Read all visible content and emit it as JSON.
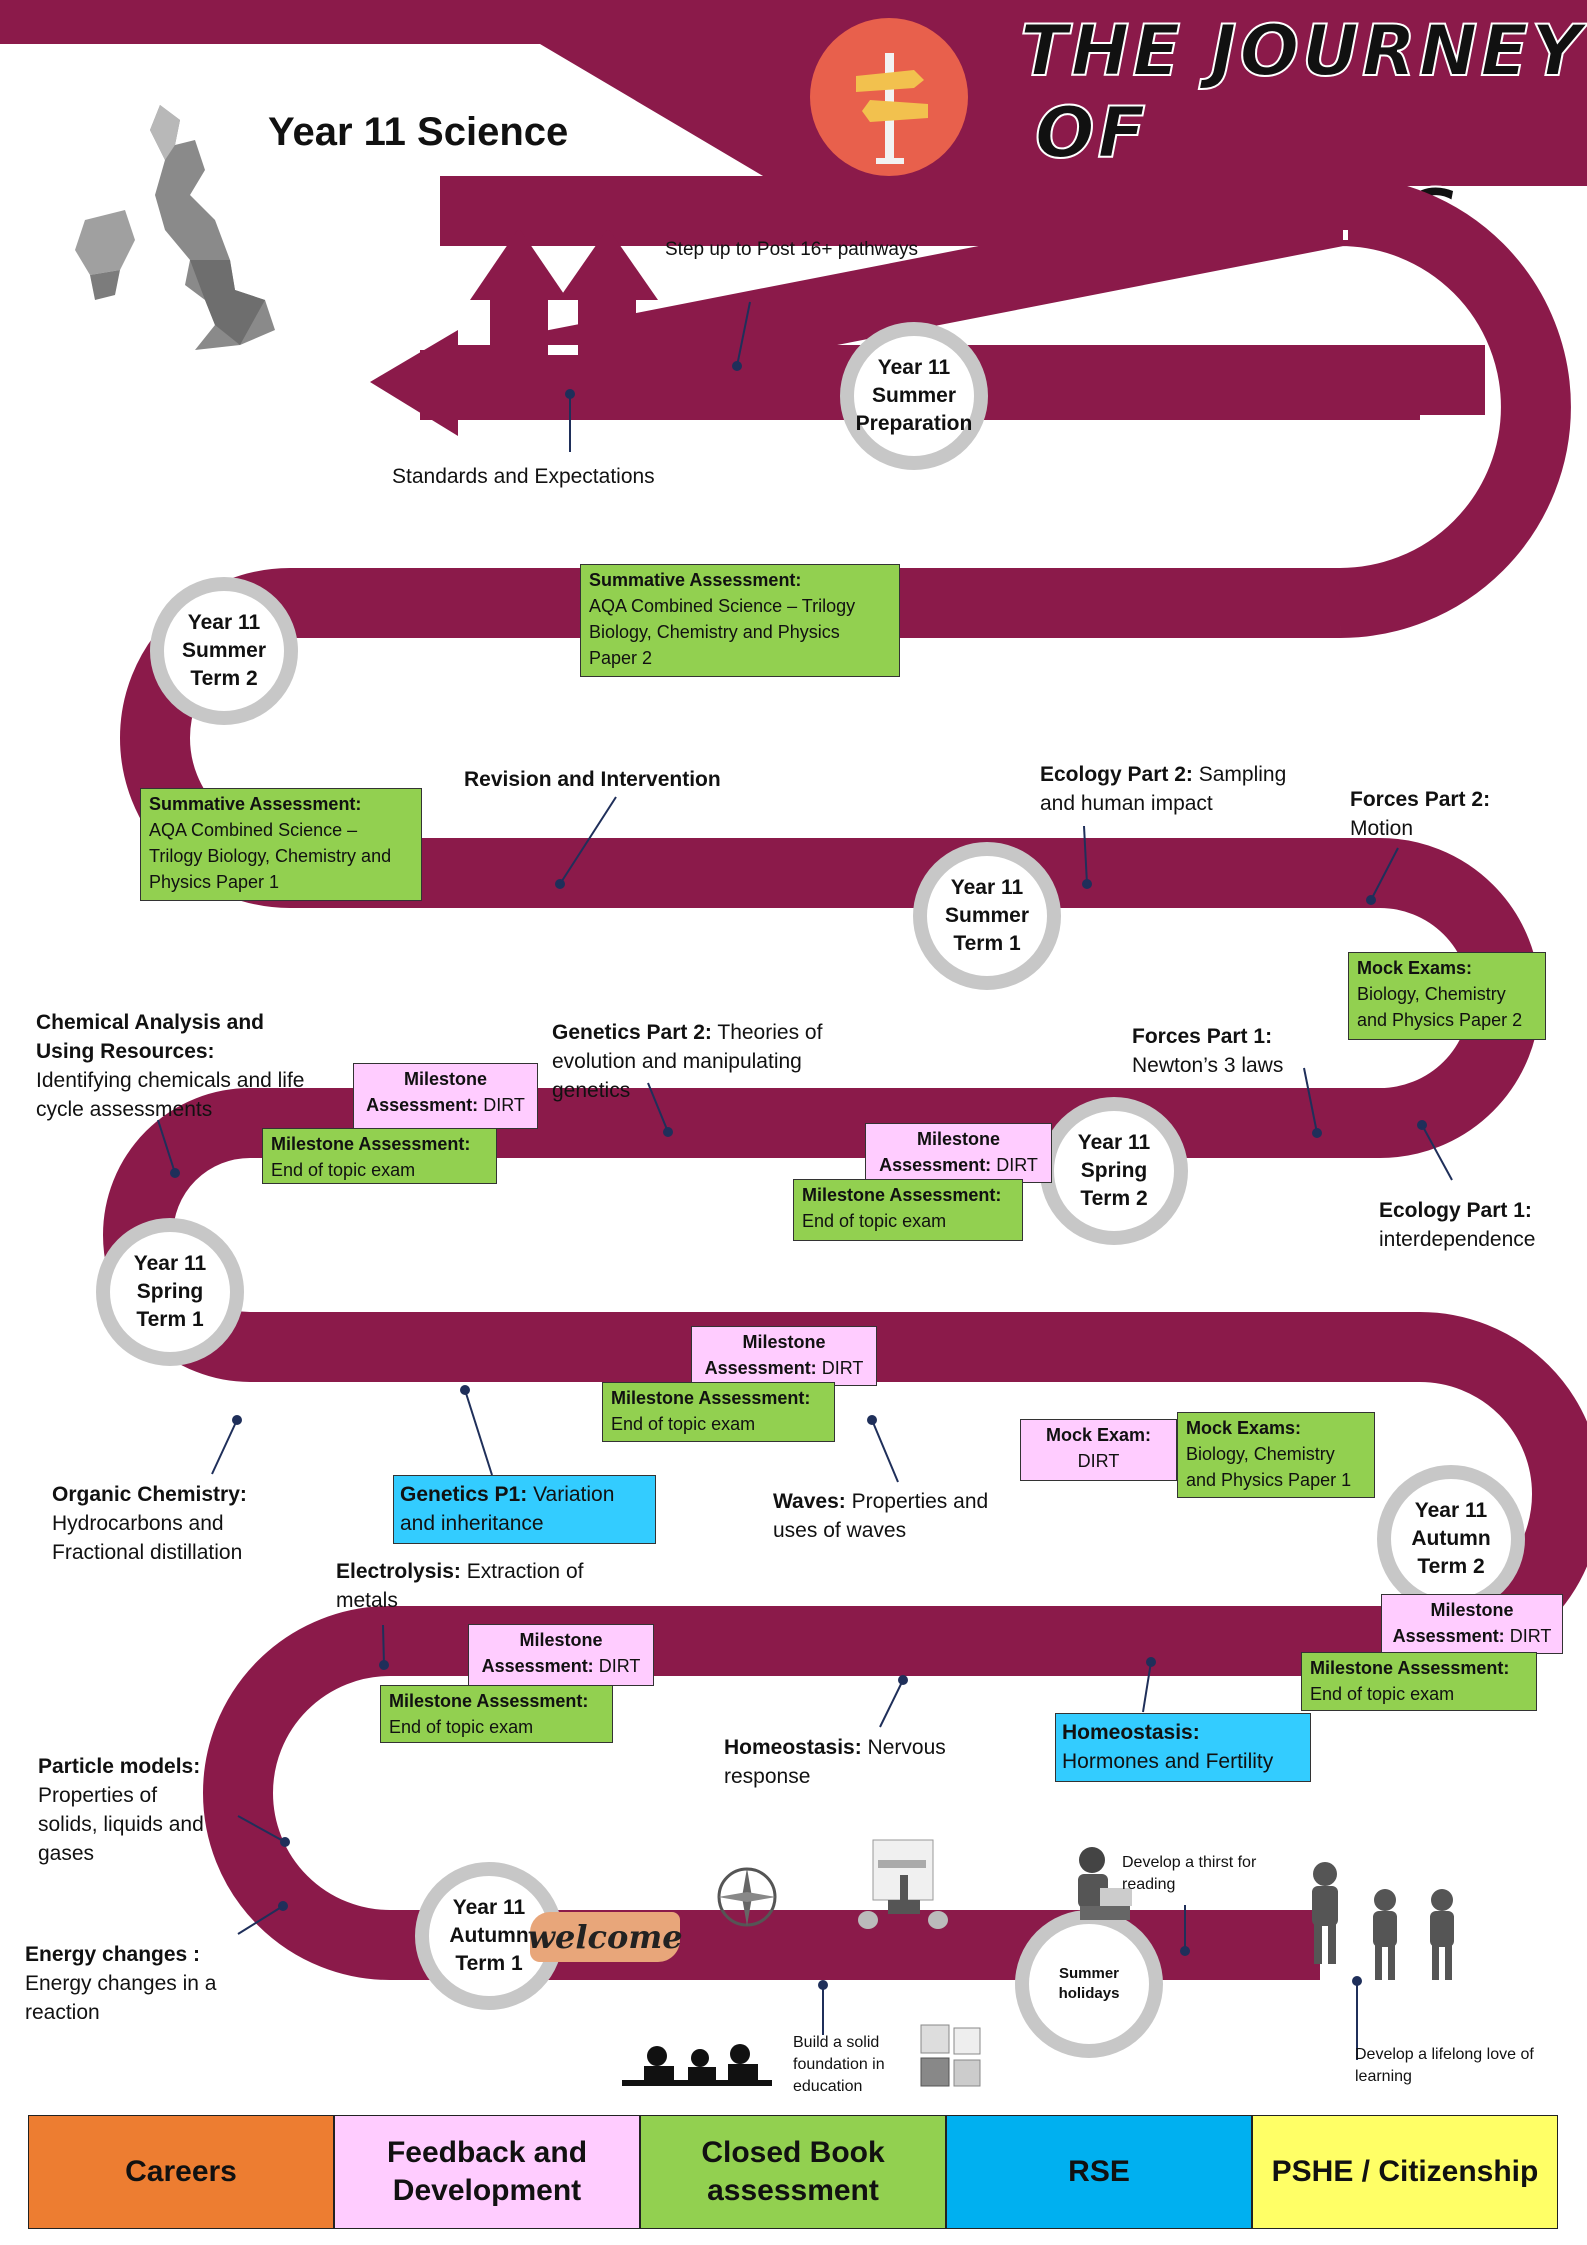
{
  "header": {
    "title_line1": "THE JOURNEY",
    "title_line2": "OF LEARNING",
    "subject": "Year 11 Science",
    "colors": {
      "maroon": "#8b1a4a",
      "signpost_circle": "#e8604c"
    },
    "icons": [
      "signpost-icon",
      "uk-map-icon"
    ]
  },
  "start": {
    "step_up": "Step up to Post 16+ pathways",
    "standards": "Standards and Expectations"
  },
  "terms": {
    "summer_prep": "Year 11 Summer Preparation",
    "summer_t2": "Year 11 Summer Term 2",
    "summer_t1": "Year 11 Summer Term 1",
    "spring_t2": "Year 11 Spring Term 2",
    "spring_t1": "Year 11 Spring Term 1",
    "autumn_t2": "Year 11 Autumn Term 2",
    "autumn_t1": "Year 11 Autumn Term 1",
    "summer_holidays": "Summer holidays"
  },
  "summative2": {
    "title": "Summative Assessment:",
    "text": " AQA Combined Science – Trilogy Biology, Chemistry and Physics Paper 2"
  },
  "summative1": {
    "title": "Summative Assessment:",
    "text": " AQA Combined Science – Trilogy Biology, Chemistry and Physics Paper 1"
  },
  "revision": "Revision and Intervention",
  "ecology2": {
    "title": "Ecology Part 2:",
    "text": " Sampling and human impact"
  },
  "forces2": {
    "title": "Forces Part 2:",
    "text": "Motion"
  },
  "mock2": {
    "title": "Mock Exams:",
    "text": "Biology, Chemistry and Physics Paper 2"
  },
  "chem_analysis": {
    "title": "Chemical Analysis and Using Resources:",
    "text": "Identifying chemicals and life cycle assessments"
  },
  "genetics2": {
    "title": "Genetics Part 2:",
    "text": " Theories of evolution and manipulating genetics"
  },
  "forces1": {
    "title": "Forces Part 1:",
    "text": "Newton’s 3 laws"
  },
  "ecology1": {
    "title": "Ecology Part 1:",
    "text": "interdependence"
  },
  "milestone": {
    "dirt_title": "Milestone",
    "dirt_text": "Assessment:",
    "dirt_suffix": " DIRT",
    "end_title": "Milestone Assessment:",
    "end_text": "End of topic exam"
  },
  "organic": {
    "title": "Organic Chemistry:",
    "text": "Hydrocarbons and Fractional distillation"
  },
  "genetics1": {
    "title": "Genetics P1:",
    "text": " Variation and inheritance"
  },
  "waves": {
    "title": "Waves:",
    "text": "  Properties and uses of waves"
  },
  "mock_dirt": {
    "title": "Mock Exam:",
    "text": "DIRT"
  },
  "mock1": {
    "title": "Mock Exams:",
    "text": "Biology, Chemistry and Physics Paper 1"
  },
  "electrolysis": {
    "title": "Electrolysis:",
    "text": " Extraction of metals"
  },
  "homeo_nervous": {
    "title": "Homeostasis:",
    "text": " Nervous response"
  },
  "homeo_hormones": {
    "title": "Homeostasis:",
    "text": "Hormones and Fertility"
  },
  "particle": {
    "title": "Particle models:",
    "text": "Properties of solids, liquids and gases"
  },
  "energy": {
    "title": "Energy changes :",
    "text": "Energy changes in a reaction"
  },
  "extras": {
    "welcome": "welcome",
    "thirst": "Develop a thirst for reading",
    "foundation": "Build a solid foundation in education",
    "lifelong": "Develop a lifelong love of learning"
  },
  "legend": [
    {
      "label": "Careers",
      "color": "#ed7d31"
    },
    {
      "label": "Feedback and Development",
      "color": "#ffccff"
    },
    {
      "label": "Closed Book assessment",
      "color": "#92d050"
    },
    {
      "label": "RSE",
      "color": "#00b0f0"
    },
    {
      "label": "PSHE / Citizenship",
      "color": "#ffff66"
    }
  ]
}
